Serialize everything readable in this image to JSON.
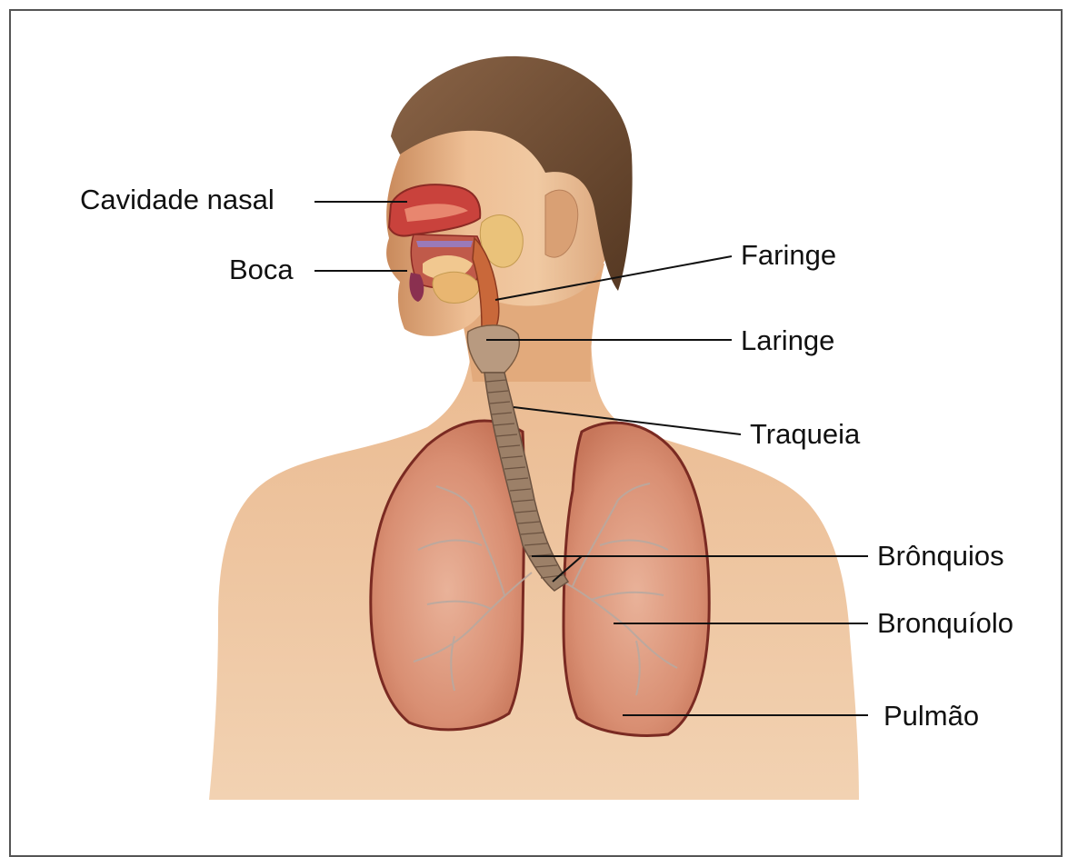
{
  "labels": {
    "cavidade_nasal": "Cavidade nasal",
    "boca": "Boca",
    "faringe": "Faringe",
    "laringe": "Laringe",
    "traqueia": "Traqueia",
    "bronquios": "Brônquios",
    "bronquiolo": "Bronquíolo",
    "pulmao": "Pulmão"
  },
  "colors": {
    "skin": "#e8b68a",
    "skin_shadow": "#c98c5f",
    "hair": "#6b4a33",
    "lung": "#d99478",
    "lung_outline": "#7a2a22",
    "trachea": "#a9876a",
    "nasal": "#c9423c",
    "leader_line": "#111111"
  }
}
